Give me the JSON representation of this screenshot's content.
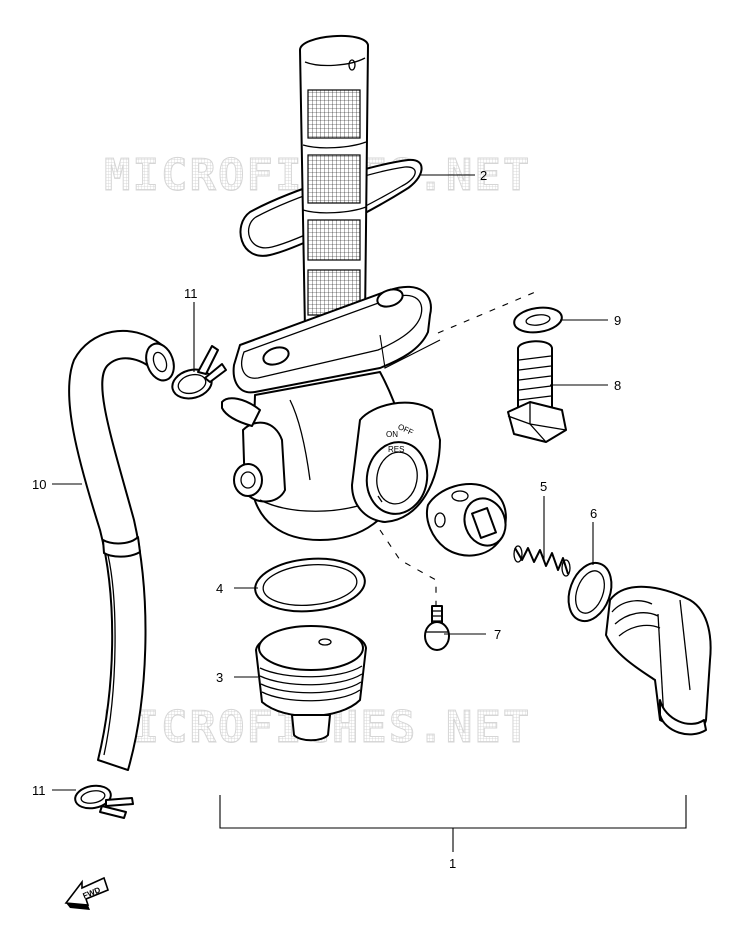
{
  "watermark": "MICROFICHES.NET",
  "callouts": {
    "p1": "1",
    "p2": "2",
    "p3": "3",
    "p4": "4",
    "p5": "5",
    "p6": "6",
    "p7": "7",
    "p8": "8",
    "p9": "9",
    "p10": "10",
    "p11a": "11",
    "p11b": "11"
  },
  "valve_stamp": {
    "on": "ON",
    "off": "OFF",
    "res": "RES"
  },
  "fwd_label": "FWD"
}
